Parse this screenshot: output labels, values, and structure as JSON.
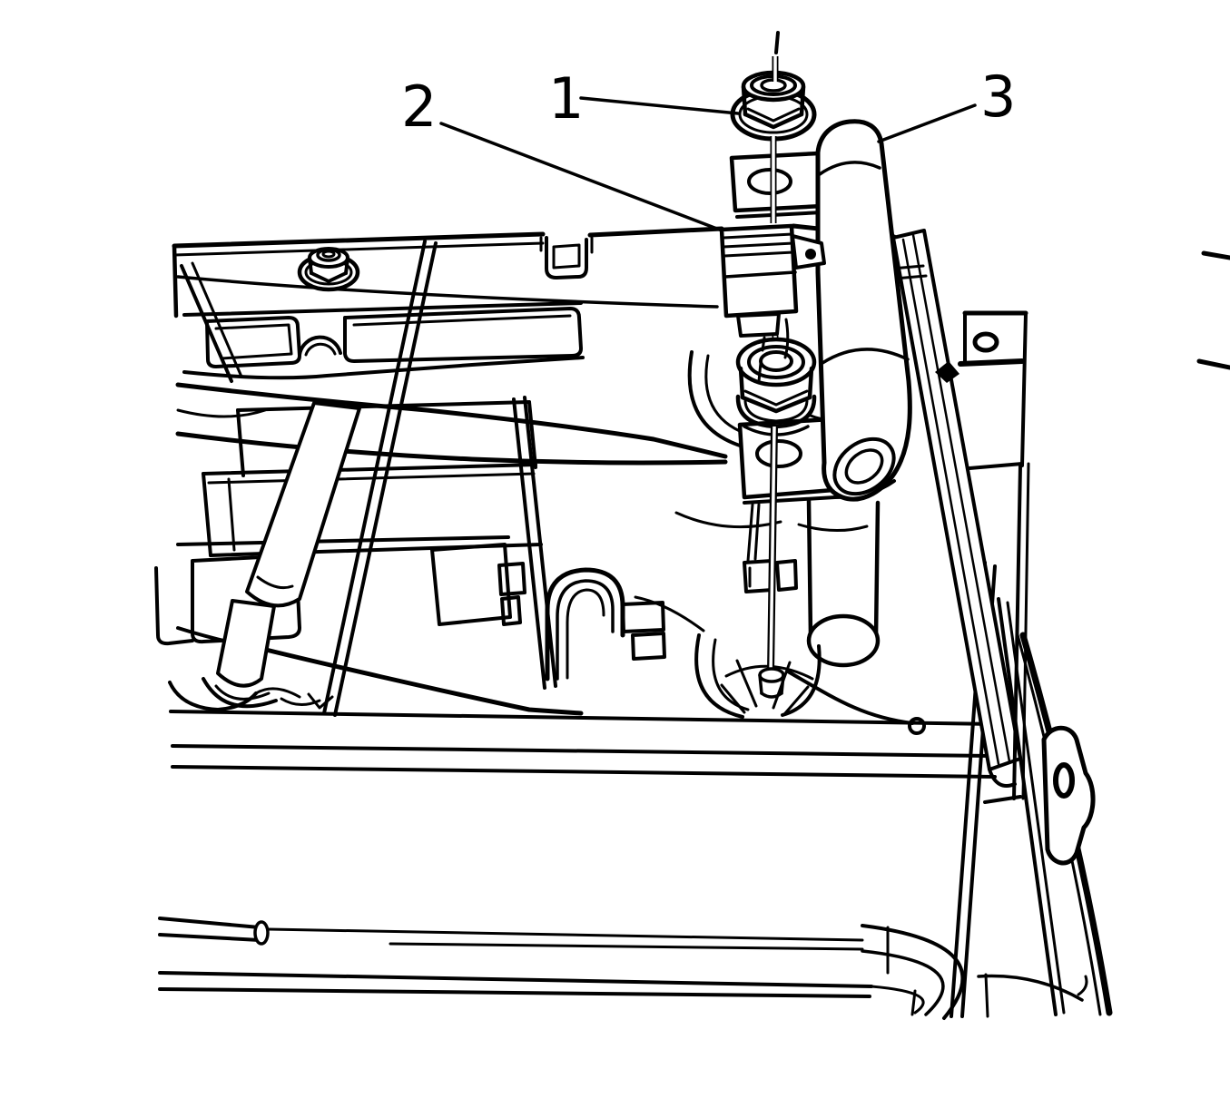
{
  "figure": {
    "type": "technical-line-illustration",
    "description": "Service-manual line drawing of a vehicle seat frame underside showing a flange nut, a wiring connector and a support tube mounting",
    "background_color": "#ffffff",
    "line_color": "#000000",
    "callouts": [
      {
        "label": "1",
        "points_to": "hex flange nut on mounting stud"
      },
      {
        "label": "2",
        "points_to": "wiring connector block"
      },
      {
        "label": "3",
        "points_to": "support tube"
      }
    ]
  }
}
